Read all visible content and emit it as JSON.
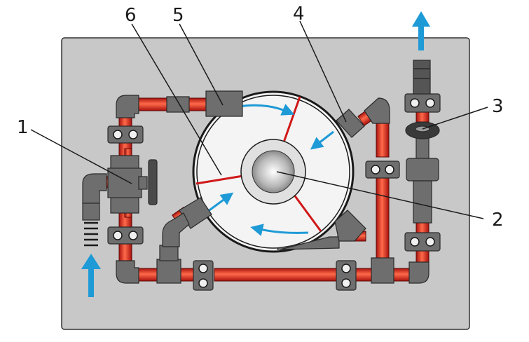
{
  "callouts": [
    {
      "id": "1",
      "label": "1"
    },
    {
      "id": "2",
      "label": "2"
    },
    {
      "id": "3",
      "label": "3"
    },
    {
      "id": "4",
      "label": "4"
    },
    {
      "id": "5",
      "label": "5"
    },
    {
      "id": "6",
      "label": "6"
    }
  ],
  "colors": {
    "panel": "#c8c8c8",
    "pipe": "#e0201a",
    "pipe_highlight": "#ff7a5a",
    "fitting": "#6e6e6e",
    "flow_arrow": "#1e9ad6",
    "pump_housing": "#f2f2f2"
  },
  "icons": {
    "flow_in": "up-arrow-icon",
    "flow_out": "up-arrow-icon",
    "rotation": "curved-arrow-icon"
  }
}
